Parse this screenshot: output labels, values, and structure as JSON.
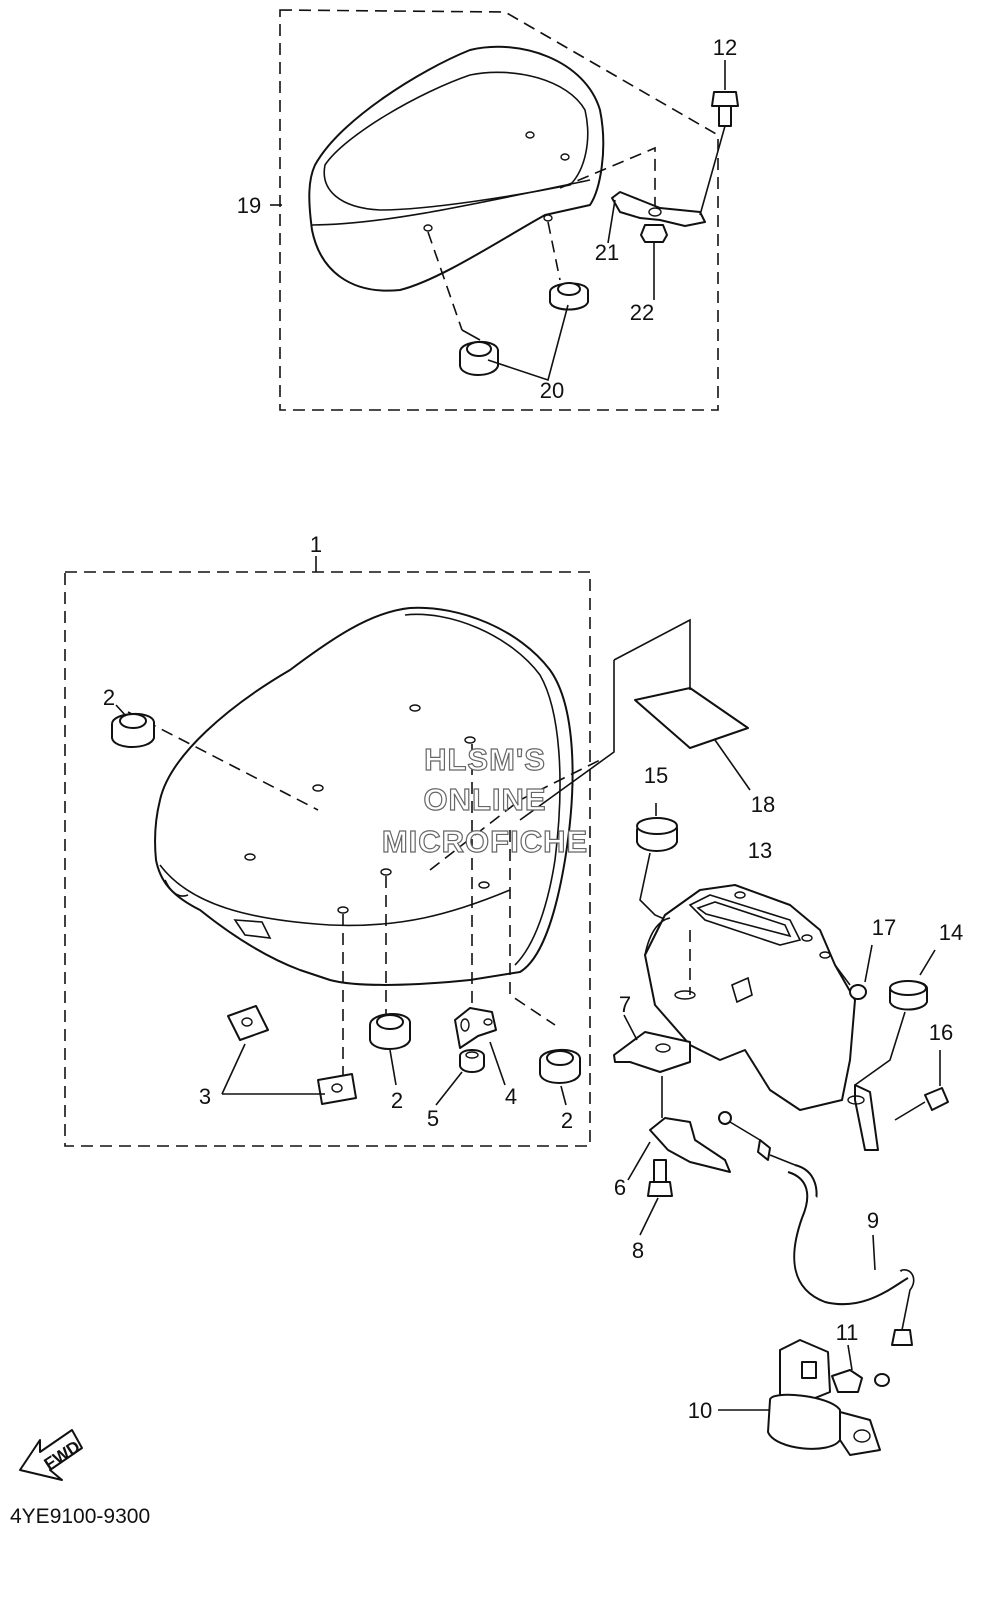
{
  "diagram": {
    "watermark": [
      "HLSM'S",
      "ONLINE",
      "MICROFICHE"
    ],
    "drawing_number": "4YE9100-9300",
    "fwd_label": "FWD",
    "part_numbers": {
      "p1": "1",
      "p2a": "2",
      "p2b": "2",
      "p2c": "2",
      "p3": "3",
      "p4": "4",
      "p5": "5",
      "p6": "6",
      "p7": "7",
      "p8": "8",
      "p9": "9",
      "p10": "10",
      "p11": "11",
      "p12": "12",
      "p13": "13",
      "p14": "14",
      "p15": "15",
      "p16": "16",
      "p17": "17",
      "p18": "18",
      "p19": "19",
      "p20": "20",
      "p21": "21",
      "p22": "22"
    }
  }
}
